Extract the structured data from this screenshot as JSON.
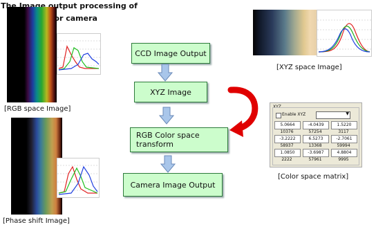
{
  "title": {
    "line1": "The Image output processing of",
    "line2": "Color camera"
  },
  "flow": [
    {
      "label": "CCD Image Output"
    },
    {
      "label": "XYZ Image"
    },
    {
      "label": "RGB Color space\ntransform"
    },
    {
      "label": "Camera Image Output"
    }
  ],
  "captions": {
    "rgb": "[RGB space Image]",
    "phase": "[Phase shift Image]",
    "xyz": "[XYZ space Image]",
    "matrix": "[Color space matrix]"
  },
  "matrix": {
    "group_label": "XYZ",
    "checkbox_label": "Enable XYZ",
    "rows": [
      [
        {
          "v": "5.0664",
          "s": "10376"
        },
        {
          "v": "-4.0439",
          "s": "57254"
        },
        {
          "v": "1.5220",
          "s": "3117"
        }
      ],
      [
        {
          "v": "-3.2222",
          "s": "58937"
        },
        {
          "v": "6.5273",
          "s": "13368"
        },
        {
          "v": "-2.7061",
          "s": "59994"
        }
      ],
      [
        {
          "v": "1.0850",
          "s": "2222"
        },
        {
          "v": "-3.6987",
          "s": "57961"
        },
        {
          "v": "4.8804",
          "s": "9995"
        }
      ]
    ]
  },
  "colors": {
    "flow_fill": "#ccfdcc",
    "flow_border": "#2d7a3a",
    "arrow_blue": "#a9c6ea",
    "curve_red": "#e00000"
  }
}
